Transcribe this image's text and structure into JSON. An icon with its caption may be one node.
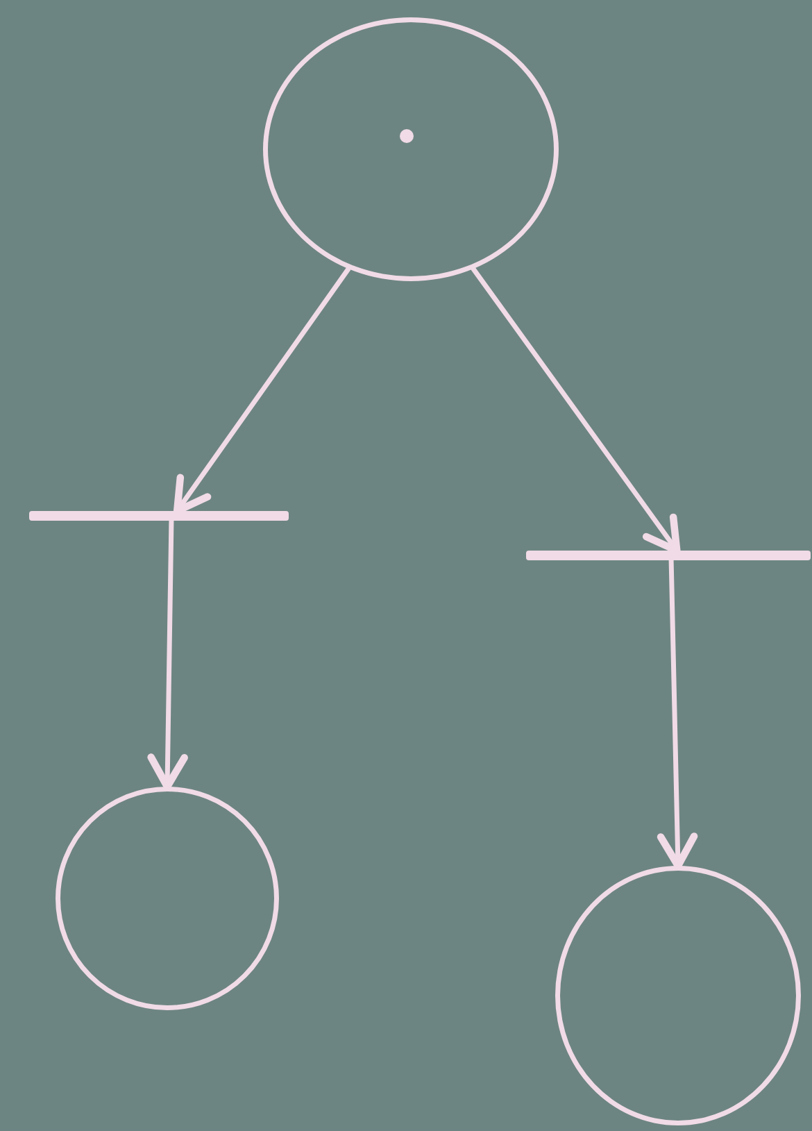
{
  "diagram": {
    "nodes": [
      {
        "text": [],
        "shape": "circle"
      },
      {
        "text": [],
        "shape": "dot",
        "in": 0
      },
      {
        "text": [],
        "shape": "bar"
      },
      {
        "text": [],
        "shape": "bar"
      },
      {
        "text": [],
        "shape": "circle"
      },
      {
        "text": [],
        "shape": "circle"
      }
    ],
    "edges": [
      {
        "from": 0,
        "to": 2,
        "arrow": "to"
      },
      {
        "from": 0,
        "to": 3,
        "arrow": "to"
      },
      {
        "from": 2,
        "to": 4,
        "arrow": "to"
      },
      {
        "from": 3,
        "to": 5,
        "arrow": "to"
      }
    ]
  }
}
